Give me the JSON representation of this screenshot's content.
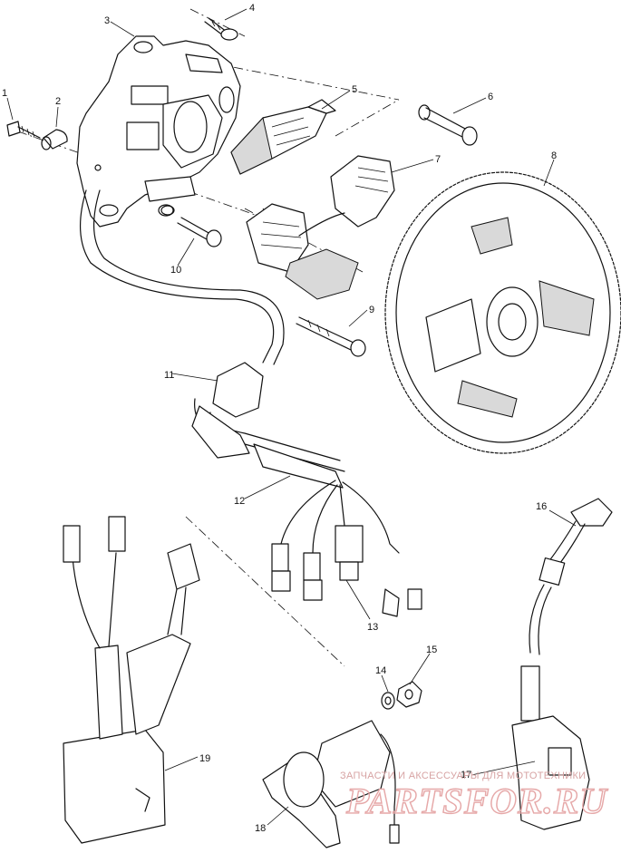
{
  "callouts": {
    "c1": "1",
    "c2": "2",
    "c3": "3",
    "c4": "4",
    "c5": "5",
    "c6": "6",
    "c7": "7",
    "c8": "8",
    "c9": "9",
    "c10": "10",
    "c11": "11",
    "c12": "12",
    "c13": "13",
    "c14": "14",
    "c15": "15",
    "c16": "16",
    "c17": "17",
    "c18": "18",
    "c19": "19"
  },
  "watermark": {
    "tagline": "ЗАПЧАСТИ И АКСЕССУАРЫ ДЛЯ МОТОТЕХНИКИ",
    "logo": "PARTSFOR.RU"
  },
  "colors": {
    "line": "#111111",
    "watermark": "#e6a8a8"
  }
}
